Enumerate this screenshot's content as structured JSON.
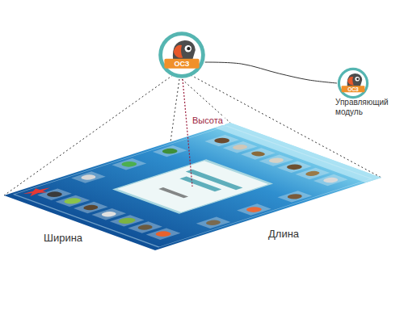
{
  "diagram": {
    "nodes": [
      {
        "text": [
          "ОСЗ"
        ]
      },
      {
        "text": [
          "ОСЗ",
          "Управляющий модуль"
        ]
      }
    ],
    "edges": [
      {
        "from": 0,
        "to": 1,
        "arrow": "none"
      }
    ],
    "labels": [
      "Высота",
      "Ширина",
      "Длина"
    ]
  }
}
